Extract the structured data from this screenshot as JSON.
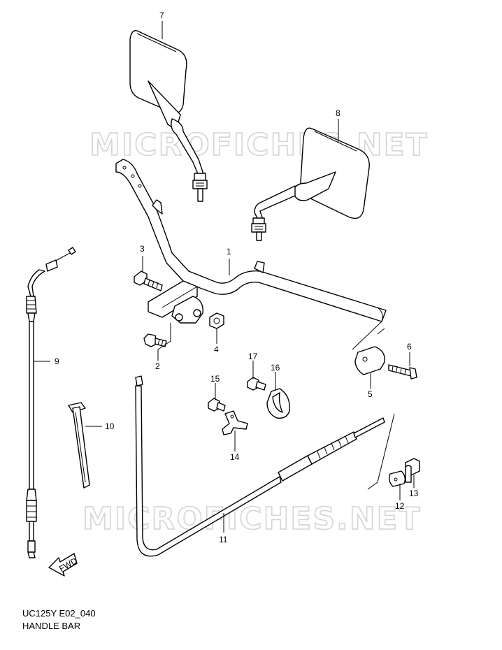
{
  "watermark": "MICROFICHES.NET",
  "fwd_label": "FWD",
  "caption": {
    "code": "UC125Y E02_040",
    "title": "HANDLE BAR"
  },
  "callouts": [
    {
      "id": "1",
      "label": "1"
    },
    {
      "id": "2",
      "label": "2"
    },
    {
      "id": "3",
      "label": "3"
    },
    {
      "id": "4",
      "label": "4"
    },
    {
      "id": "5",
      "label": "5"
    },
    {
      "id": "6",
      "label": "6"
    },
    {
      "id": "7",
      "label": "7"
    },
    {
      "id": "8",
      "label": "8"
    },
    {
      "id": "9",
      "label": "9"
    },
    {
      "id": "10",
      "label": "10"
    },
    {
      "id": "11",
      "label": "11"
    },
    {
      "id": "12",
      "label": "12"
    },
    {
      "id": "13",
      "label": "13"
    },
    {
      "id": "14",
      "label": "14"
    },
    {
      "id": "15",
      "label": "15"
    },
    {
      "id": "16",
      "label": "16"
    },
    {
      "id": "17",
      "label": "17"
    }
  ],
  "colors": {
    "line": "#000000",
    "watermark": "#d4d4d4",
    "background": "#ffffff"
  }
}
